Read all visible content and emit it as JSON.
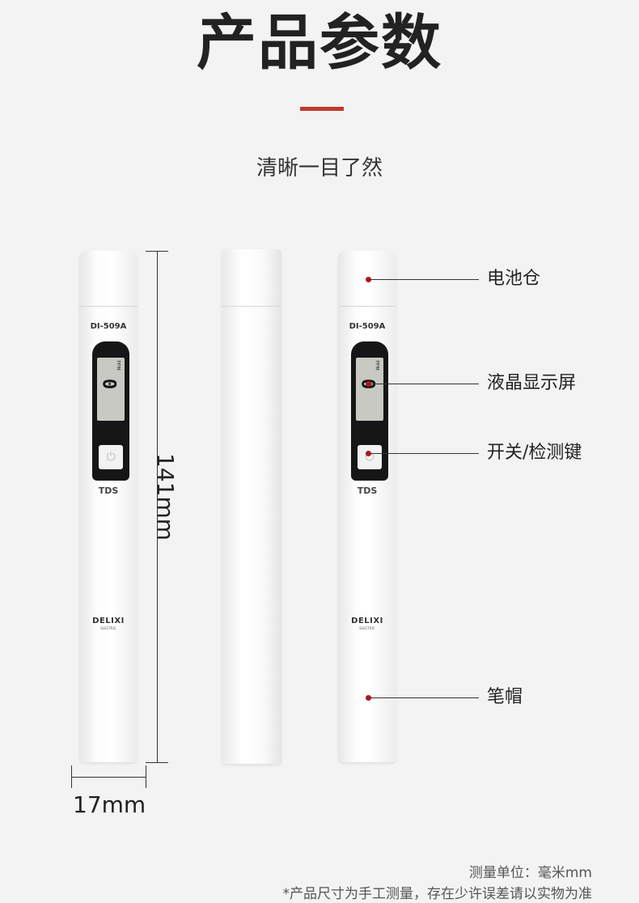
{
  "heading": {
    "title": "产品参数",
    "subtitle": "清晰一目了然",
    "accent_color": "#c0392b"
  },
  "product": {
    "model": "DI-509A",
    "display_value": "0",
    "display_unit": "PPM",
    "label": "TDS",
    "brand": "DELIXI",
    "brand_sub": "ELECTRIC",
    "power_icon": "power-icon"
  },
  "dimensions": {
    "length": "141mm",
    "width": "17mm"
  },
  "callouts": [
    {
      "label": "电池仓"
    },
    {
      "label": "液晶显示屏"
    },
    {
      "label": "开关/检测键"
    },
    {
      "label": "笔帽"
    }
  ],
  "callout_color": "#b3161b",
  "footer": {
    "unit_note": "测量单位：毫米mm",
    "disclaimer": "*产品尺寸为手工测量，存在少许误差请以实物为准"
  }
}
